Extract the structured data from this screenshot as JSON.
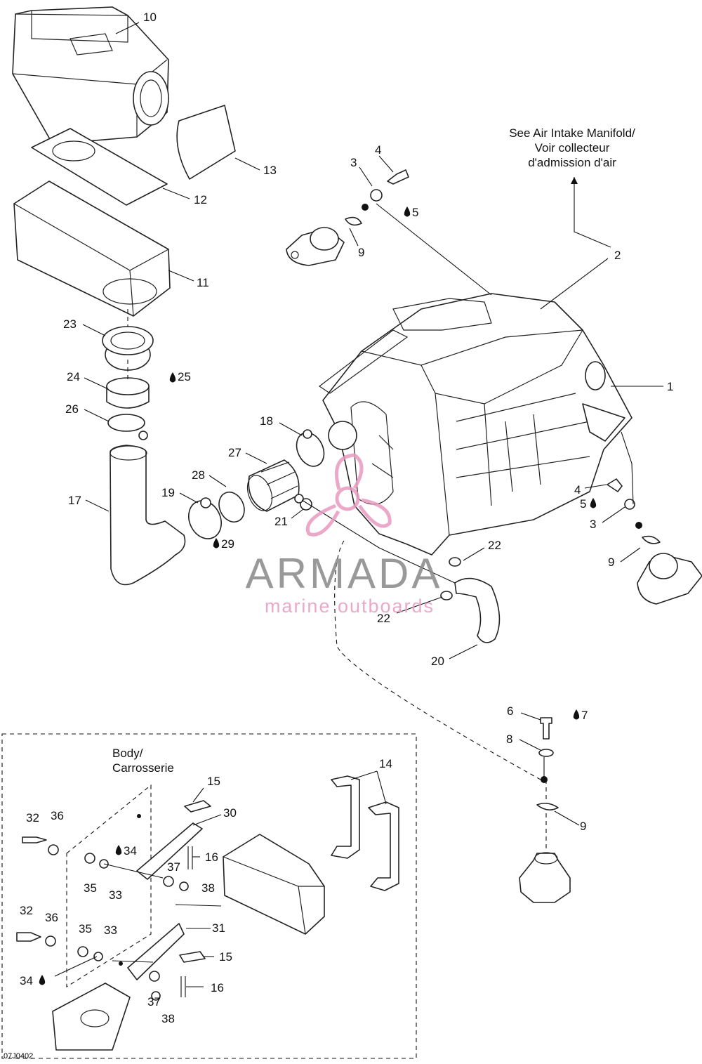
{
  "note_air_intake": [
    "See Air Intake Manifold/",
    "Voir collecteur",
    "d'admission d'air"
  ],
  "note_body": [
    "Body/",
    "Carrosserie"
  ],
  "figure_code": "07J0402",
  "watermark": {
    "brand": "ARMADA",
    "tagline": "marine outboards",
    "color": "#e89ac0"
  },
  "callouts": {
    "c10": "10",
    "c13": "13",
    "c12": "12",
    "c11": "11",
    "c23": "23",
    "c24": "24",
    "c25": "25",
    "c26": "26",
    "c17": "17",
    "c19": "19",
    "c28": "28",
    "c29": "29",
    "c27": "27",
    "c18": "18",
    "c21": "21",
    "c3_top": "3",
    "c4_top": "4",
    "c5_top": "5",
    "c9_top": "9",
    "c2": "2",
    "c1": "1",
    "c4_right": "4",
    "c5_right": "5",
    "c3_right": "3",
    "c9_right": "9",
    "c22_a": "22",
    "c22_b": "22",
    "c20": "20",
    "c6": "6",
    "c7": "7",
    "c8": "8",
    "c9_bottom": "9",
    "c14": "14",
    "c15_a": "15",
    "c30": "30",
    "c16_a": "16",
    "c37_a": "37",
    "c38_a": "38",
    "c32_a": "32",
    "c36_a": "36",
    "c34_a": "34",
    "c35_a": "35",
    "c33_a": "33",
    "c32_b": "32",
    "c36_b": "36",
    "c35_b": "35",
    "c33_b": "33",
    "c34_b": "34",
    "c31": "31",
    "c15_b": "15",
    "c16_b": "16",
    "c37_b": "37",
    "c38_b": "38"
  }
}
